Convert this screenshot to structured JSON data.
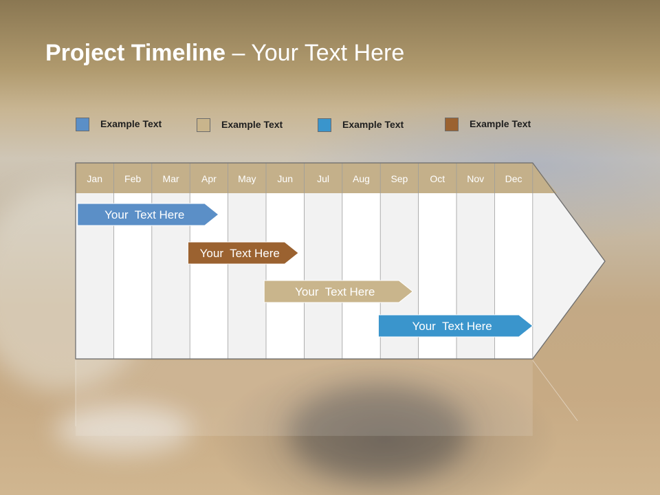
{
  "title": {
    "bold": "Project Timeline",
    "rest": " – Your Text Here"
  },
  "colors": {
    "blue": "#5b8fc7",
    "tan": "#c9b58c",
    "cyan": "#3a95cc",
    "brown": "#9b6230",
    "header": "#c4b08a",
    "grid_alt": "#f2f2f2",
    "grid_white": "#ffffff"
  },
  "legend": [
    {
      "label": "Example Text",
      "color": "#5b8fc7"
    },
    {
      "label": "Example Text",
      "color": "#c9b58c"
    },
    {
      "label": "Example Text",
      "color": "#3a95cc"
    },
    {
      "label": "Example Text",
      "color": "#9b6230"
    }
  ],
  "months": [
    "Jan",
    "Feb",
    "Mar",
    "Apr",
    "May",
    "Jun",
    "Jul",
    "Aug",
    "Sep",
    "Oct",
    "Nov",
    "Dec"
  ],
  "tasks": [
    {
      "label": "Your  Text Here",
      "start_month": 0.05,
      "end_month": 3.75,
      "color": "#5b8fc7"
    },
    {
      "label": "Your  Text Here",
      "start_month": 2.95,
      "end_month": 5.85,
      "color": "#9b6230"
    },
    {
      "label": "Your  Text Here",
      "start_month": 4.95,
      "end_month": 8.85,
      "color": "#c9b58c"
    },
    {
      "label": "Your  Text Here",
      "start_month": 7.95,
      "end_month": 12.0,
      "color": "#3a95cc"
    }
  ]
}
